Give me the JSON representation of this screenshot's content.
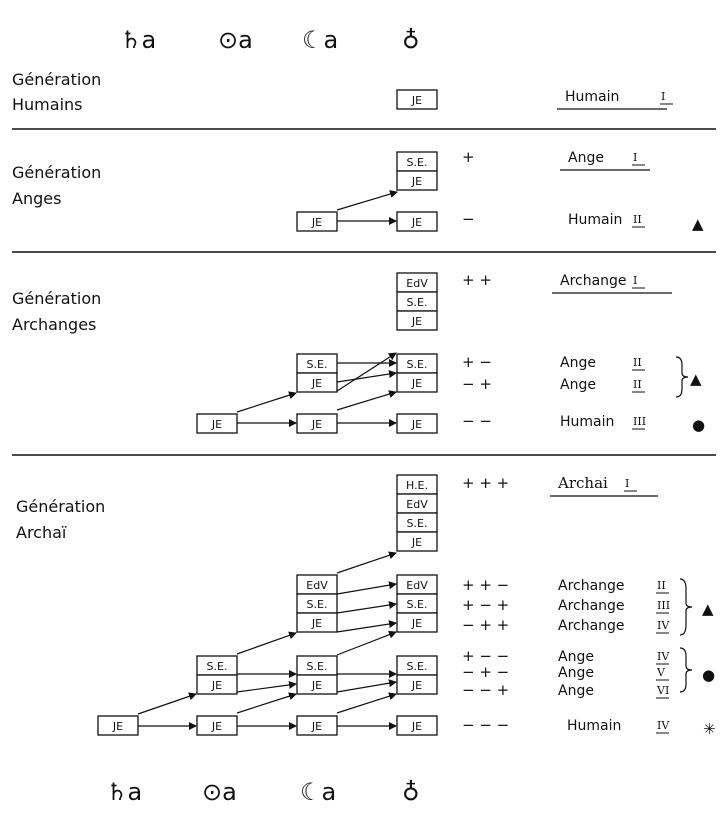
{
  "top_symbols": [
    "♄a",
    "⊙a",
    "☾a",
    "♁"
  ],
  "bottom_symbols": [
    "♄a",
    "⊙a",
    "☾a",
    "♁"
  ],
  "sections": [
    {
      "title_lines": [
        "Génération",
        "Humains"
      ],
      "rows": [
        {
          "signs": "",
          "label": "Humain",
          "roman": "I",
          "underline": true,
          "marker": ""
        }
      ]
    },
    {
      "title_lines": [
        "Génération",
        "Anges"
      ],
      "rows": [
        {
          "signs": "+",
          "label": "Ange",
          "roman": "I",
          "underline": true,
          "marker": ""
        },
        {
          "signs": "−",
          "label": "Humain",
          "roman": "II",
          "underline": false,
          "marker": "▲"
        }
      ]
    },
    {
      "title_lines": [
        "Génération",
        "Archanges"
      ],
      "rows": [
        {
          "signs": "+ +",
          "label": "Archange",
          "roman": "I",
          "underline": true,
          "marker": ""
        },
        {
          "signs": "+ −",
          "label": "Ange",
          "roman": "II",
          "underline": false,
          "marker": ""
        },
        {
          "signs": "− +",
          "label": "Ange",
          "roman": "II",
          "underline": false,
          "marker": "▲"
        },
        {
          "signs": "− −",
          "label": "Humain",
          "roman": "III",
          "underline": false,
          "marker": "●"
        }
      ]
    },
    {
      "title_lines": [
        "Génération",
        "Archaï"
      ],
      "rows": [
        {
          "signs": "+ + +",
          "label": "Archai",
          "roman": "I",
          "underline": true,
          "marker": ""
        },
        {
          "signs": "+ + −",
          "label": "Archange",
          "roman": "II",
          "underline": false,
          "marker": ""
        },
        {
          "signs": "+ − +",
          "label": "Archange",
          "roman": "III",
          "underline": false,
          "marker": "▲"
        },
        {
          "signs": "− + +",
          "label": "Archange",
          "roman": "IV",
          "underline": false,
          "marker": ""
        },
        {
          "signs": "+ − −",
          "label": "Ange",
          "roman": "IV",
          "underline": false,
          "marker": ""
        },
        {
          "signs": "− + −",
          "label": "Ange",
          "roman": "V",
          "underline": false,
          "marker": "●"
        },
        {
          "signs": "− − +",
          "label": "Ange",
          "roman": "VI",
          "underline": false,
          "marker": ""
        },
        {
          "signs": "− − −",
          "label": "Humain",
          "roman": "IV",
          "underline": false,
          "marker": "✳"
        }
      ]
    }
  ],
  "box_labels": {
    "je": "JE",
    "se": "S.E.",
    "edv": "EdV",
    "he": "H.E."
  }
}
